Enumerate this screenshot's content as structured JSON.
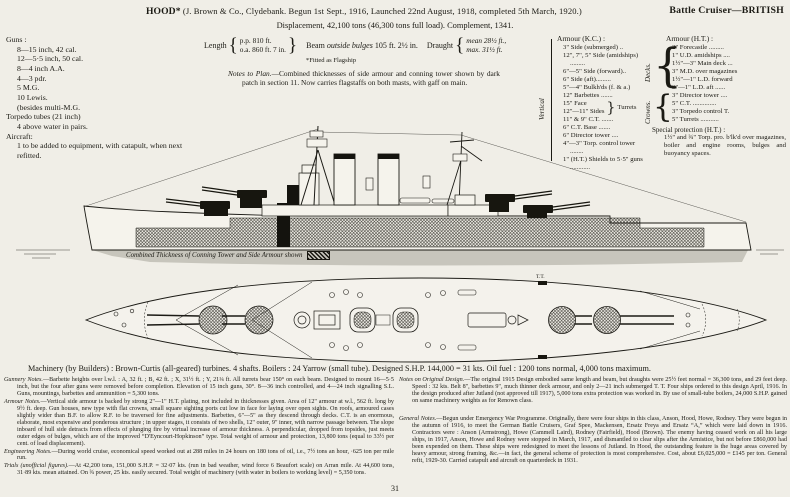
{
  "header": {
    "ship_name": "HOOD*",
    "build_info": "(J. Brown & Co., Clydebank.  Begun 1st Sept., 1916, Launched 22nd August, 1918, completed 5th March, 1920.)",
    "classification": "Battle Cruiser—BRITISH",
    "displacement_line": "Displacement, 42,100 tons (46,300 tons full load).   Complement, 1341."
  },
  "armament": {
    "guns_heading": "Guns :",
    "guns": [
      "8—15 inch, 42 cal.",
      "12—5·5 inch, 50 cal.",
      "8—4 inch A.A.",
      "4—3 pdr.",
      "5 M.G.",
      "10 Lewis.",
      "(besides multi-M.G."
    ],
    "torpedo_heading": "Torpedo tubes (21 inch)",
    "torpedo_item": "4 above water in pairs.",
    "aircraft_heading": "Aircraft:",
    "aircraft_item": "1 to be added to equipment, with catapult, when next refitted."
  },
  "dimensions": {
    "length_label": "Length",
    "length_pp": "p.p. 810 ft.",
    "length_oa": "o.a. 860 ft. 7 in.",
    "beam_label": "Beam",
    "beam_qualifier": "outside bulges",
    "beam_value": "105 ft. 2½ in.",
    "draught_label": "Draught",
    "draught_mean": "mean 28½ ft.,",
    "draught_max": "max. 31½ ft.",
    "flagship_note": "*Fitted as Flagship"
  },
  "notes_to_plan": {
    "label": "Notes to Plan.",
    "text": "—Combined thicknesses of side armour and conning tower shown by dark patch in section 11.  Now carries flagstaffs on both masts, with gaff on main."
  },
  "armour_kc": {
    "title": "Armour (K.C.) :",
    "side_label": "Vertical",
    "items_before": [
      "3\" Side (submerged) ..",
      "12\", 7\", 5\" Side (amidships) .........",
      "6\"—5\" Side (forward)..",
      "6\" Side (aft).........",
      "5\"—4\" Bulkh'ds (f. & a.)",
      "12\" Barbettes ......."
    ],
    "turret_group": {
      "line1": "15\" Face",
      "line2": "12\"—11\" Sides",
      "label": "Turrets"
    },
    "items_after": [
      "11\" & 9\" C.T. .......",
      "6\" C.T. Base .......",
      "6\" Director tower ....",
      "4\"—3\" Torp. control tower ........",
      "1\" (H.T.) Shields to 5·5\" guns ............"
    ]
  },
  "armour_ht": {
    "title": "Armour (H.T.) :",
    "decks_label": "Decks.",
    "decks_items": [
      "2\" Forecastle .........",
      "1\" U.D. amidships ....",
      "1½\"—3\" Main deck ...",
      "3\" M.D. over magazines",
      "1½\"—1\" L.D. forward",
      "3\"—1\" L.D. aft ......"
    ],
    "crowns_label": "Crowns.",
    "crowns_items": [
      "3\" Director tower ....",
      "5\" C.T. ..............",
      "3\" Torpedo control T.",
      "5\" Turrets ..........."
    ],
    "special_title": "Special protection (H.T.) :",
    "special_text": "1½\" and ¾\" Torp. pro. b'lk'd over magazines, boiler and engine rooms, bulges and buoyancy spaces."
  },
  "profile": {
    "caption": "Combined Thickness of Conning Tower and Side Armour shown"
  },
  "plan": {
    "tt_label": "T.T."
  },
  "machinery_line": "Machinery (by Builders) :  Brown-Curtis (all-geared) turbines.  4 shafts.  Boilers : 24 Yarrow (small tube).  Designed S.H.P. 144,000 = 31 kts.  Oil fuel :  1200 tons normal, 4,000 tons maximum.",
  "notes": {
    "gunnery_label": "Gunnery Notes.",
    "gunnery_text": "—Barbette heights over l.w.l. :  A, 32 ft. ;  B, 42 ft. ;  X, 31½ ft. ;  Y, 21¼ ft.  All turrets bear 150° on each beam.  Designed to mount 16—5·5 inch, but the four after guns were removed before completion.  Elevation of 15 inch guns, 30°.  8—36 inch controlled, and 4—24 inch signalling S.L.  Guns, mountings, barbettes and ammunition = 5,300 tons.",
    "armour_label": "Armour Notes.",
    "armour_text": "—Vertical side armour is backed by strong 2\"—1\" H.T. plating, not included in thicknesses given.  Area of 12\" armour at w.l., 562 ft. long by 9½ ft. deep.  Gun houses, new type with flat crowns, small square sighting ports cut low in face for laying over open sights.  On roofs, armoured cases slightly wider than B.F. to allow R.F. to be traversed for fine adjustments.  Barbettes, 6\"—5\" as they descend through decks.  C.T. is an enormous, elaborate, most expensive and ponderous structure ;  in upper stages, it consists of two shells, 12\" outer, 9\" inner, with narrow passage between.  The slope inboard of hull side detracts from effects of plunging fire by virtual increase of armour thickness.  A perpendicular, dropped from topsides, just meets outer edges of bulges, which are of the improved “D'Eyncourt-Hopkinson” type.  Total weight of armour and protection, 13,800 tons (equal to 33½ per cent. of load displacement).",
    "engineering_label": "Engineering Notes.",
    "engineering_text": "—During world cruise, economical speed worked out at 288 miles in 24 hours on 180 tons of oil, i.e., 7½ tons an hour, ·625 ton per mile run.",
    "trials_label": "Trials (unofficial figures).",
    "trials_text": "—At 42,200 tons, 151,000 S.H.P. = 32·07 kts. (run in bad weather, wind force 6 Beaufort scale) on Arran mile.  At 44,600 tons, 31·89 kts. mean attained.  On ¾ power, 25 kts. easily secured.  Total weight of machinery (with water in boilers to working level) = 5,350 tons.",
    "original_design_label": "Notes on Original Design.",
    "original_design_text": "—The original 1915 Design embodied same length and beam, but draughts were 25½ feet normal = 36,300 tons, and 29 feet deep.  Speed :  32 kts.  Belt 8\", barbettes 9\", much thinner deck armour, and only 2—21 inch submerged T. T.  Four ships ordered to this design April, 1916.  In the design produced after Jutland (not approved till 1917), 5,000 tons extra protection was worked in.  By use of small-tube boilers, 24,000 S.H.P. gained on same machinery weights as for Renown class.",
    "general_label": "General Notes.",
    "general_text": "—Begun under Emergency War Programme.  Originally, there were four ships in this class, Anson, Hood, Howe, Rodney.  They were begun in the autumn of 1916, to meet the German Battle Cruisers, Graf Spee, Mackensen, Ersatz Freya and Ersatz “A,” which were laid down in 1916.  Contractors were :  Anson (Armstrong), Howe (Cammell Laird), Rodney (Fairfield), Hood (Brown).  The enemy having ceased work on all his large ships, in 1917, Anson, Howe and Rodney were stopped in March, 1917, and dismantled to clear slips after the Armistice, but not before £860,000 had been expended on them.  These ships were redesigned to meet the lessons of Jutland.  In Hood, the outstanding feature is the huge areas covered by heavy armour, strong framing, &c.—in fact, the general scheme of protection is most comprehensive.  Cost, about £6,025,000 = £145 per ton.  General refit, 1929-30.  Carried catapult and aircraft on quarterdeck in 1931."
  },
  "page_number": "31"
}
